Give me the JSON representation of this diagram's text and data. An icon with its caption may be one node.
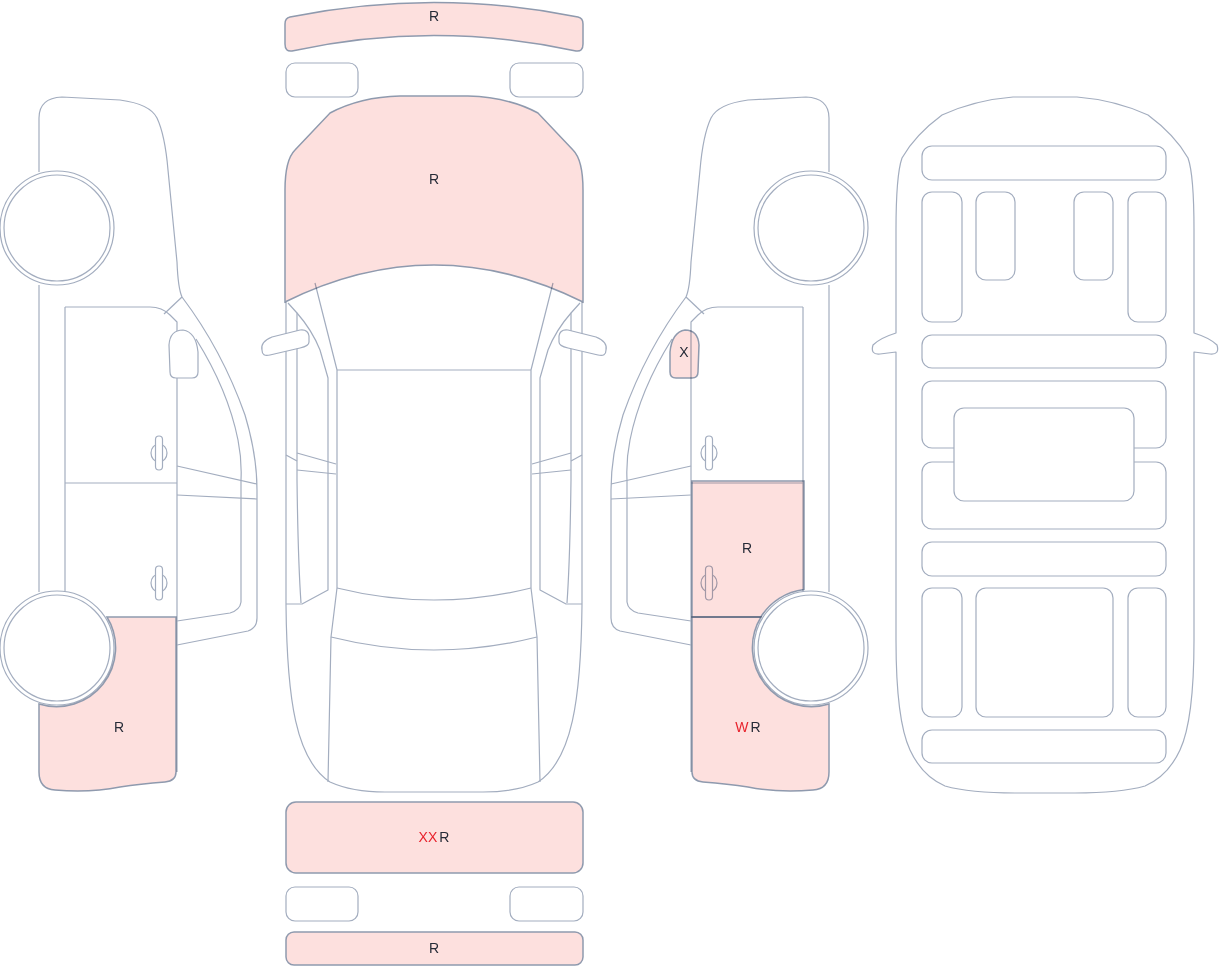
{
  "diagram": {
    "nodes": [
      {
        "text": [],
        "shape": "box"
      },
      {
        "text": [
          "R"
        ]
      },
      {
        "text": [
          "R"
        ]
      },
      {
        "text": [],
        "shape": "box"
      },
      {
        "text": [],
        "shape": "box"
      },
      {
        "text": [
          "R"
        ]
      },
      {
        "text": [
          "XX",
          "R"
        ]
      },
      {
        "text": [],
        "shape": "box"
      },
      {
        "text": [],
        "shape": "box"
      },
      {
        "text": [
          "R"
        ]
      },
      {
        "text": [
          "X"
        ]
      },
      {
        "text": [
          "R"
        ]
      },
      {
        "text": [
          "W",
          "R"
        ]
      },
      {
        "text": [],
        "shape": "box"
      },
      {
        "text": [],
        "shape": "box"
      },
      {
        "text": [],
        "shape": "box"
      },
      {
        "text": [],
        "shape": "box"
      },
      {
        "text": [],
        "shape": "box"
      },
      {
        "text": [],
        "shape": "box"
      },
      {
        "text": [],
        "shape": "box"
      },
      {
        "text": [],
        "shape": "box"
      },
      {
        "text": [],
        "shape": "box"
      },
      {
        "text": [],
        "shape": "box"
      },
      {
        "text": [],
        "shape": "box"
      },
      {
        "text": [],
        "shape": "box"
      },
      {
        "text": [],
        "shape": "box"
      },
      {
        "text": [],
        "shape": "box"
      }
    ]
  }
}
